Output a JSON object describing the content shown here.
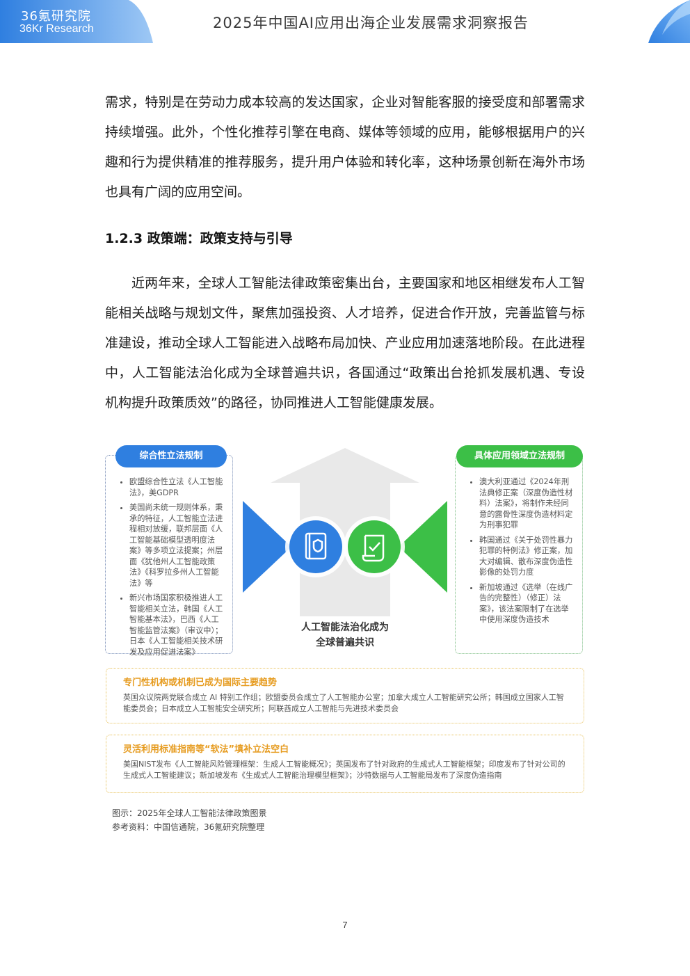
{
  "header": {
    "logo_cn": "36氪研究院",
    "logo_en": "36Kr Research",
    "doc_title": "2025年中国AI应用出海企业发展需求洞察报告",
    "colors": {
      "brand_blue": "#2f7fe0",
      "light_blue": "#9ec8f5"
    }
  },
  "body": {
    "para1": "需求，特别是在劳动力成本较高的发达国家，企业对智能客服的接受度和部署需求持续增强。此外，个性化推荐引擎在电商、媒体等领域的应用，能够根据用户的兴趣和行为提供精准的推荐服务，提升用户体验和转化率，这种场景创新在海外市场也具有广阔的应用空间。",
    "section_heading": "1.2.3 政策端：政策支持与引导",
    "para2": "近两年来，全球人工智能法律政策密集出台，主要国家和地区相继发布人工智能相关战略与规划文件，聚焦加强投资、人才培养，促进合作开放，完善监管与标准建设，推动全球人工智能进入战略布局加快、产业应用加速落地阶段。在此进程中，人工智能法治化成为全球普遍共识，各国通过“政策出台抢抓发展机遇、专设机构提升政策质效”的路径，协同推进人工智能健康发展。"
  },
  "figure": {
    "left_title": "综合性立法规制",
    "left_items": [
      "欧盟综合性立法《人工智能法》，美GDPR",
      "美国尚未统一规则体系，秉承的特征，人工智能立法进程相对放缓，联邦层面《人工智能基础模型透明度法案》等多项立法提案；州层面《犹他州人工智能政策法》《科罗拉多州人工智能法》等",
      "新兴市场国家积极推进人工智能相关立法，韩国《人工智能基本法》，巴西《人工智能监管法案》（审议中）；日本《人工智能相关技术研发及应用促进法案》"
    ],
    "right_title": "具体应用领域立法规制",
    "right_items": [
      "澳大利亚通过《2024年刑法典修正案（深度伪造性材料）法案》，将制作未经同意的露骨性深度伪造材料定为刑事犯罪",
      "韩国通过《关于处罚性暴力犯罪的特例法》修正案，加大对编辑、散布深度伪造性影像的处罚力度",
      "新加坡通过《选举（在线广告的完整性）（修正）法案》，该法案限制了在选举中使用深度伪造技术"
    ],
    "center_caption_line1": "人工智能法治化成为",
    "center_caption_line2": "全球普遍共识",
    "trend1_title": "专门性机构或机制已成为国际主要趋势",
    "trend1_text": "英国众议院两党联合成立 AI 特别工作组；欧盟委员会成立了人工智能办公室；加拿大成立人工智能研究公所；韩国成立国家人工智能委员会；日本成立人工智能安全研究所；阿联酋成立人工智能与先进技术委员会",
    "trend2_title": "灵活利用标准指南等“软法”填补立法空白",
    "trend2_text": "美国NIST发布《人工智能风险管理框架：生成人工智能概况》；英国发布了针对政府的生成式人工智能框架；印度发布了针对公司的生成式人工智能建议；新加坡发布《生成式人工智能治理模型框架》；沙特数据与人工智能局发布了深度伪造指南",
    "colors": {
      "blue": "#2f7fe0",
      "green": "#3cbf47",
      "gold": "#e69b1e",
      "arrow_gray": "#e6e6e6"
    },
    "icons": [
      "book-shield-icon",
      "scroll-check-icon"
    ]
  },
  "captions": {
    "figure_caption": "图示：2025年全球人工智能法律政策图景",
    "source": "参考资料：中国信通院，36氪研究院整理"
  },
  "footer": {
    "page_number": "7"
  }
}
